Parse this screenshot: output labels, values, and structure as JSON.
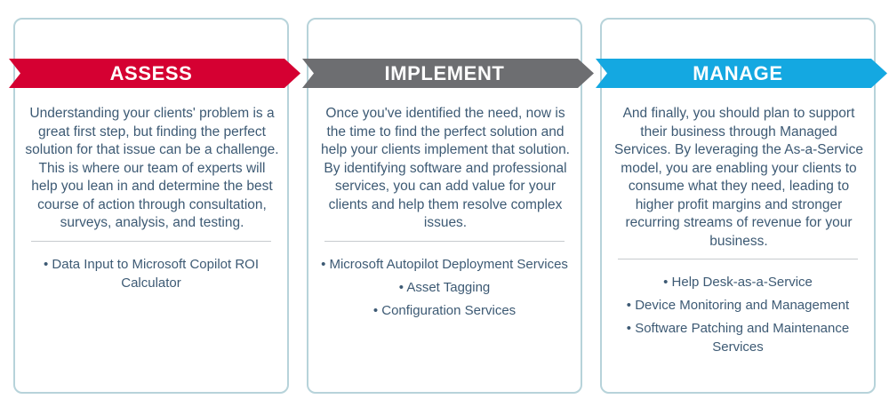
{
  "theme": {
    "text_color": "#3D5A74",
    "card_border_color": "#B7D3DA",
    "divider_color": "#C7CBCE",
    "banner_text_color": "#FFFFFF"
  },
  "cards": [
    {
      "title": "ASSESS",
      "banner_color": "#D50032",
      "body": "Understanding your clients' problem is a great first step, but finding the perfect solution for that issue can be a challenge. This is where our team of experts will help you lean in and determine the best course of action through consultation, surveys, analysis, and testing.",
      "bullets": [
        "Data Input to Microsoft Copilot ROI Calculator"
      ]
    },
    {
      "title": "IMPLEMENT",
      "banner_color": "#6D6E71",
      "body": "Once you've identified the need, now is the time to find the perfect solution and help your clients implement that solution. By identifying software and professional services, you can add value for your clients and help them resolve complex issues.",
      "bullets": [
        "Microsoft Autopilot Deployment Services",
        "Asset Tagging",
        "Configuration Services"
      ]
    },
    {
      "title": "MANAGE",
      "banner_color": "#14A8E1",
      "body": "And finally, you should plan to support their business through Managed Services. By leveraging the As-a-Service model, you are enabling your clients to consume what they need, leading to higher profit margins and stronger recurring streams of revenue for your business.",
      "bullets": [
        "Help Desk-as-a-Service",
        "Device Monitoring and Management",
        "Software Patching and Maintenance Services"
      ]
    }
  ]
}
